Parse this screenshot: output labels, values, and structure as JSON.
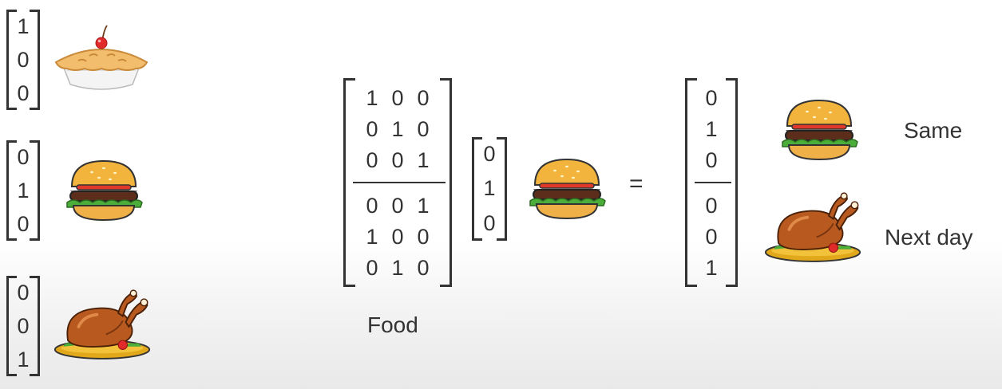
{
  "left_column": {
    "pie_vector": [
      "1",
      "0",
      "0"
    ],
    "burger_vector": [
      "0",
      "1",
      "0"
    ],
    "chicken_vector": [
      "0",
      "0",
      "1"
    ]
  },
  "matrix": {
    "top_rows": [
      [
        "1",
        "0",
        "0"
      ],
      [
        "0",
        "1",
        "0"
      ],
      [
        "0",
        "0",
        "1"
      ]
    ],
    "bottom_rows": [
      [
        "0",
        "0",
        "1"
      ],
      [
        "1",
        "0",
        "0"
      ],
      [
        "0",
        "1",
        "0"
      ]
    ],
    "caption": "Food"
  },
  "input_vector": [
    "0",
    "1",
    "0"
  ],
  "equals": "=",
  "result": {
    "top": [
      "0",
      "1",
      "0"
    ],
    "bottom": [
      "0",
      "0",
      "1"
    ]
  },
  "labels": {
    "same": "Same",
    "next_day": "Next day"
  },
  "icons": {
    "pie": "cherry-pie-icon",
    "burger": "burger-icon",
    "chicken": "roast-chicken-icon"
  }
}
